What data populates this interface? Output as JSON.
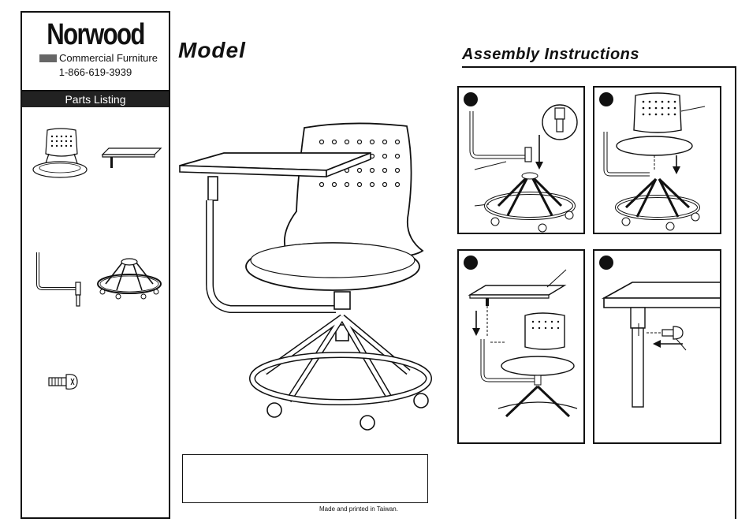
{
  "brand": {
    "name": "Norwood",
    "subtitle": "Commercial Furniture",
    "phone": "1-866-619-3939"
  },
  "sidebar": {
    "header": "Parts Listing",
    "parts": [
      {
        "icon": "chair-shell-icon"
      },
      {
        "icon": "tablet-arm-icon"
      },
      {
        "icon": "tablet-post-icon"
      },
      {
        "icon": "base-frame-icon"
      },
      {
        "icon": "screw-icon"
      }
    ]
  },
  "main": {
    "model_title": "Model",
    "assembly_title": "Assembly Instructions",
    "footer": "Made and printed in Taiwan."
  },
  "steps": [
    {
      "name": "step-1"
    },
    {
      "name": "step-2"
    },
    {
      "name": "step-3"
    },
    {
      "name": "step-4"
    }
  ],
  "colors": {
    "ink": "#111111",
    "accent_bar": "#666666",
    "paper": "#ffffff"
  }
}
